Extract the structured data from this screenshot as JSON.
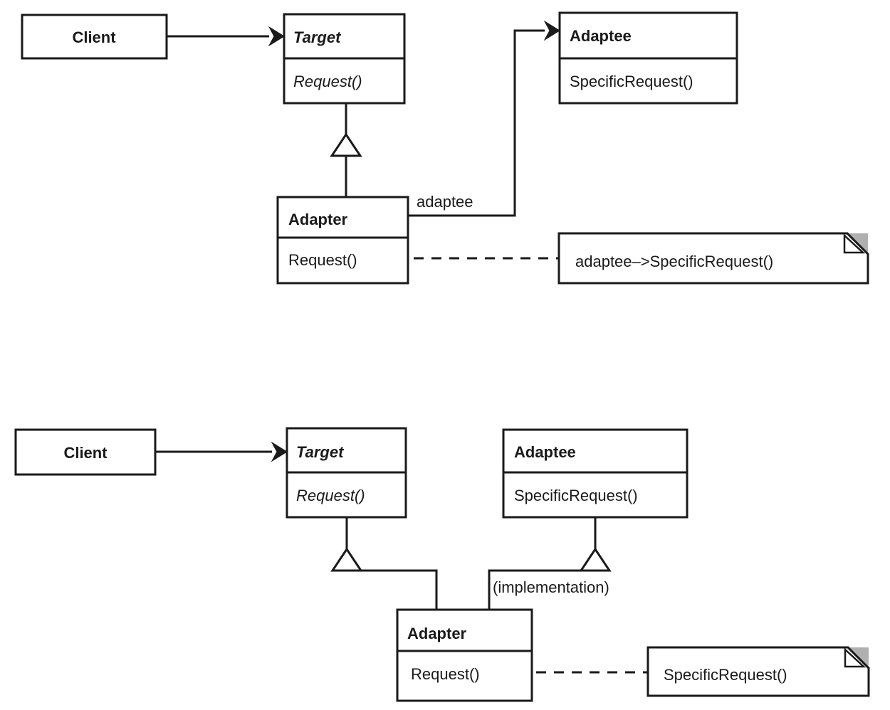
{
  "diagram": {
    "kind": "uml-class-diagram",
    "title": "Adapter pattern structure",
    "colors": {
      "line": "#1a1a1a",
      "box_fill": "#ffffff",
      "note_fold": "#b0b0b0",
      "background": "#ffffff"
    },
    "figures": [
      {
        "id": "object-adapter",
        "classes": [
          {
            "id": "client-top",
            "name": "Client",
            "abstract": false,
            "operations": [],
            "compartments": 1
          },
          {
            "id": "target-top",
            "name": "Target",
            "abstract": true,
            "operations": [
              {
                "label": "Request()",
                "abstract": true
              }
            ],
            "compartments": 2
          },
          {
            "id": "adaptee-top",
            "name": "Adaptee",
            "abstract": false,
            "operations": [
              {
                "label": "SpecificRequest()",
                "abstract": false
              }
            ],
            "compartments": 2
          },
          {
            "id": "adapter-top",
            "name": "Adapter",
            "abstract": false,
            "operations": [
              {
                "label": "Request()",
                "abstract": false
              }
            ],
            "compartments": 2
          }
        ],
        "relations": [
          {
            "id": "client-to-target-top",
            "type": "association-directed",
            "from": "Client",
            "to": "Target",
            "label": ""
          },
          {
            "id": "adapter-inherits-target-top",
            "type": "generalization",
            "from": "Adapter",
            "to": "Target",
            "label": ""
          },
          {
            "id": "adapter-to-adaptee-top",
            "type": "association-directed",
            "from": "Adapter",
            "to": "Adaptee",
            "label": "adaptee"
          }
        ],
        "notes": [
          {
            "id": "note-top",
            "text": "adaptee–>SpecificRequest()",
            "attached_to": "Adapter::Request()"
          }
        ]
      },
      {
        "id": "class-adapter",
        "classes": [
          {
            "id": "client-bottom",
            "name": "Client",
            "abstract": false,
            "operations": [],
            "compartments": 1
          },
          {
            "id": "target-bottom",
            "name": "Target",
            "abstract": true,
            "operations": [
              {
                "label": "Request()",
                "abstract": true
              }
            ],
            "compartments": 2
          },
          {
            "id": "adaptee-bottom",
            "name": "Adaptee",
            "abstract": false,
            "operations": [
              {
                "label": "SpecificRequest()",
                "abstract": false
              }
            ],
            "compartments": 2
          },
          {
            "id": "adapter-bottom",
            "name": "Adapter",
            "abstract": false,
            "operations": [
              {
                "label": "Request()",
                "abstract": false
              }
            ],
            "compartments": 2
          }
        ],
        "relations": [
          {
            "id": "client-to-target-bottom",
            "type": "association-directed",
            "from": "Client",
            "to": "Target",
            "label": ""
          },
          {
            "id": "adapter-inherits-target-bottom",
            "type": "generalization",
            "from": "Adapter",
            "to": "Target",
            "label": ""
          },
          {
            "id": "adapter-inherits-adaptee-bottom",
            "type": "generalization",
            "from": "Adapter",
            "to": "Adaptee",
            "label": "(implementation)"
          }
        ],
        "notes": [
          {
            "id": "note-bottom",
            "text": "SpecificRequest()",
            "attached_to": "Adapter::Request()"
          }
        ]
      }
    ]
  }
}
